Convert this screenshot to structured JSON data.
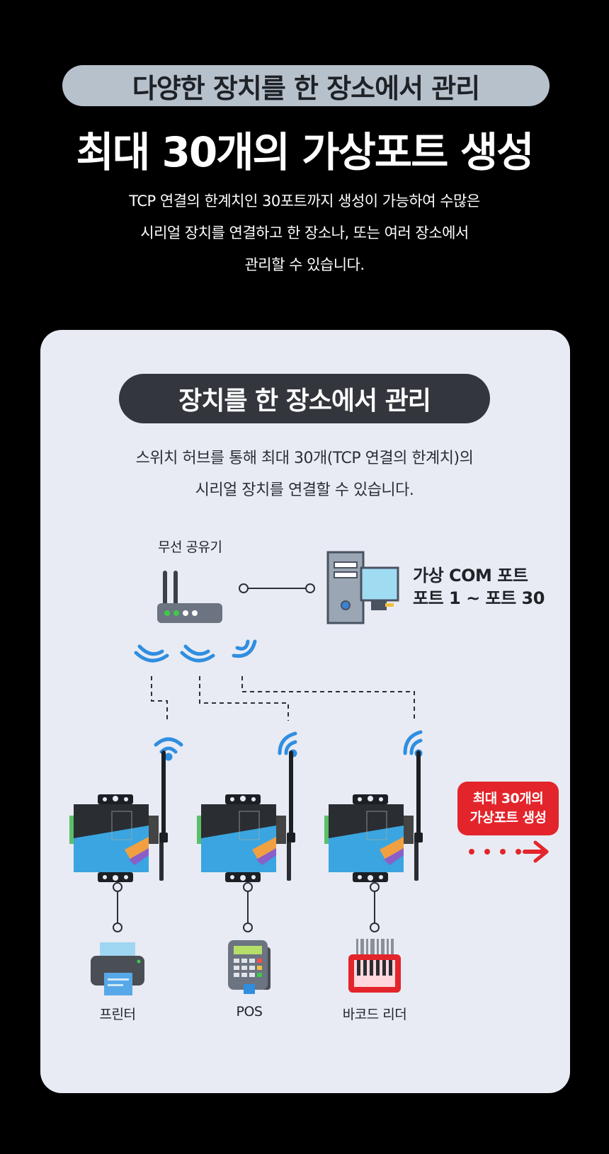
{
  "header": {
    "pill": "다양한 장치를 한 장소에서 관리",
    "headline": "최대 30개의 가상포트 생성",
    "intro": [
      "TCP 연결의 한계치인 30포트까지 생성이 가능하여 수많은",
      "시리얼 장치를 연결하고 한 장소나, 또는 여러 장소에서",
      "관리할 수 있습니다."
    ]
  },
  "card": {
    "title": "장치를 한 장소에서 관리",
    "subtitle": [
      "스위치 허브를 통해 최대 30개(TCP 연결의 한계치)의",
      "시리얼 장치를 연결할 수 있습니다."
    ]
  },
  "diagram": {
    "router_label": "무선 공유기",
    "pc_label": [
      "가상 COM 포트",
      "포트 1 ~ 포트 30"
    ],
    "badge": [
      "최대 30개의",
      "가상포트 생성"
    ],
    "devices": [
      "프린터",
      "POS",
      "바코드 리더"
    ],
    "colors": {
      "accent_red": "#e3242b",
      "wifi_blue": "#2f8ee0",
      "card_bg": "#e8ebf3"
    }
  }
}
